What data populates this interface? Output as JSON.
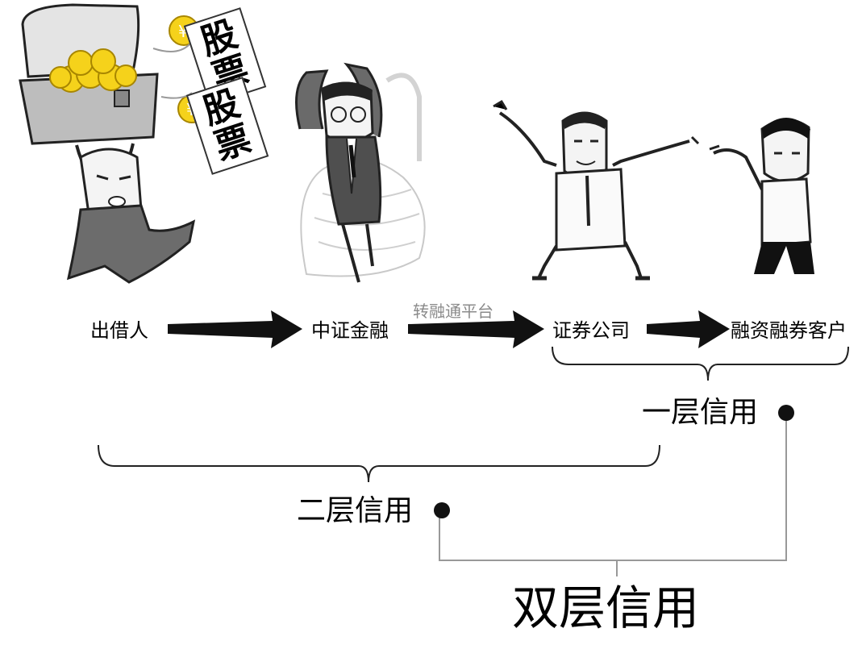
{
  "nodes": {
    "lender": "出借人",
    "csf": "中证金融",
    "broker": "证券公司",
    "client": "融资融券客户"
  },
  "platform_label": "转融通平台",
  "stamps": {
    "first": [
      "股",
      "票"
    ],
    "second": [
      "股",
      "票"
    ]
  },
  "credit_levels": {
    "first": "一层信用",
    "second": "二层信用"
  },
  "title": "双层信用",
  "icons": [
    "chest-icon",
    "coin-icon",
    "yen-icon",
    "person-icon",
    "arrow-icon",
    "bracket-icon",
    "dot-icon"
  ]
}
